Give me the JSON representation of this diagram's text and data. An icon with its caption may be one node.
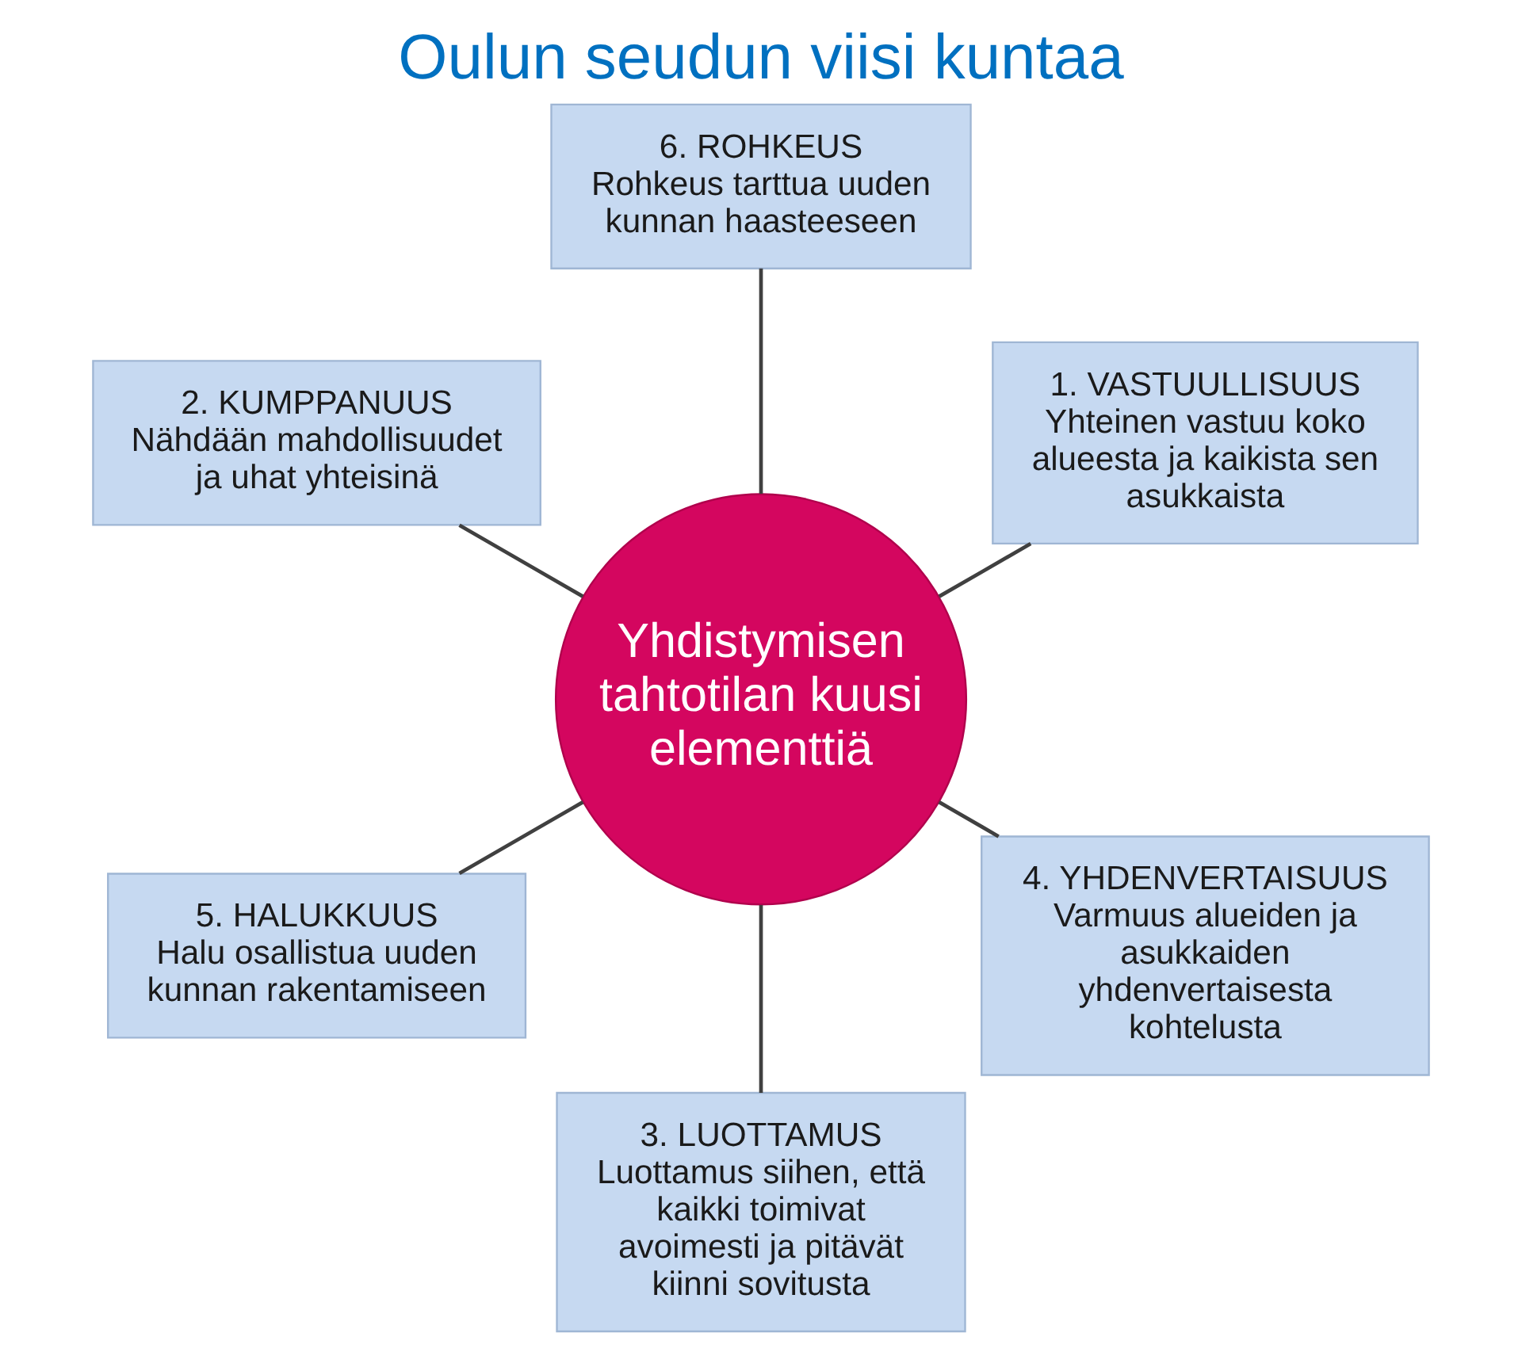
{
  "diagram": {
    "title": "Oulun seudun viisi kuntaa",
    "nodes": [
      {
        "text": [
          "1. VASTUULLISUUS",
          "Yhteinen vastuu koko alueesta ja kaikista sen asukkaista"
        ]
      },
      {
        "text": [
          "6. ROHKEUS",
          "Rohkeus tarttua uuden kunnan haasteeseen"
        ]
      },
      {
        "text": [
          "2. KUMPPANUUS",
          "Nähdään mahdollisuudet ja uhat yhteisinä"
        ]
      },
      {
        "text": [
          "Yhdistymisen tahtotilan kuusi elementtiä"
        ]
      },
      {
        "text": [
          "5. HALUKKUUS",
          "Halu osallistua uuden kunnan rakentamiseen"
        ]
      },
      {
        "text": [
          "3. LUOTTAMUS",
          "Luottamus siihen, että kaikki toimivat avoimesti ja pitävät kiinni sovitusta"
        ]
      },
      {
        "text": [
          "4. YHDENVERTAISUUS",
          "Varmuus alueiden ja asukkaiden yhdenvertaisesta kohtelusta"
        ]
      }
    ],
    "edges": [
      {
        "from": 3,
        "to": 0,
        "arrow": "none"
      },
      {
        "from": 3,
        "to": 2,
        "arrow": "none"
      },
      {
        "from": 3,
        "to": 5,
        "arrow": "none"
      },
      {
        "from": 3,
        "to": 6,
        "arrow": "none"
      },
      {
        "from": 3,
        "to": 4,
        "arrow": "none"
      },
      {
        "from": 3,
        "to": 1,
        "arrow": "none"
      }
    ]
  }
}
